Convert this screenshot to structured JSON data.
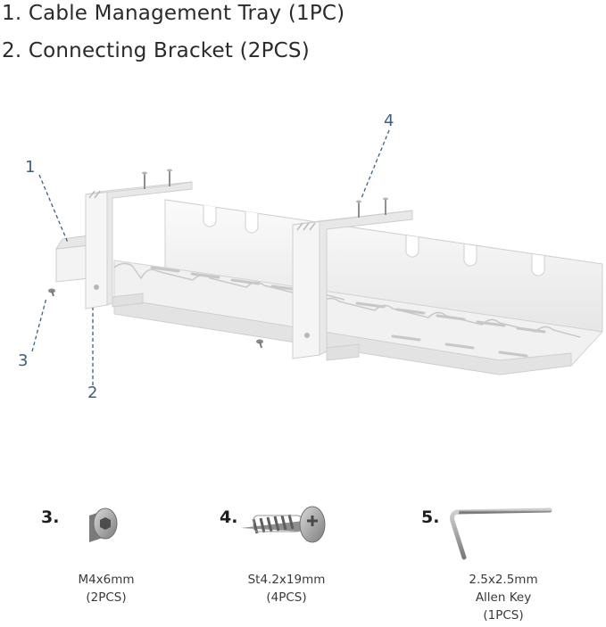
{
  "parts_list": {
    "line1": "1. Cable Management Tray (1PC)",
    "line2": "2. Connecting Bracket (2PCS)"
  },
  "callouts": {
    "c1": "1",
    "c2": "2",
    "c3": "3",
    "c4": "4"
  },
  "hardware": [
    {
      "number": "3.",
      "line1": "M4x6mm",
      "line2": "(2PCS)",
      "line3": "",
      "icon": "hex-socket-screw-icon"
    },
    {
      "number": "4.",
      "line1": "St4.2x19mm",
      "line2": "(4PCS)",
      "line3": "",
      "icon": "self-tapping-screw-icon"
    },
    {
      "number": "5.",
      "line1": "2.5x2.5mm",
      "line2": "Allen Key",
      "line3": "(1PCS)",
      "icon": "allen-key-icon"
    }
  ],
  "colors": {
    "callout": "#3d5f86",
    "tray_face": "#f4f4f4",
    "tray_shadow": "#d9d9d9",
    "metal": "#9a9a9a"
  }
}
